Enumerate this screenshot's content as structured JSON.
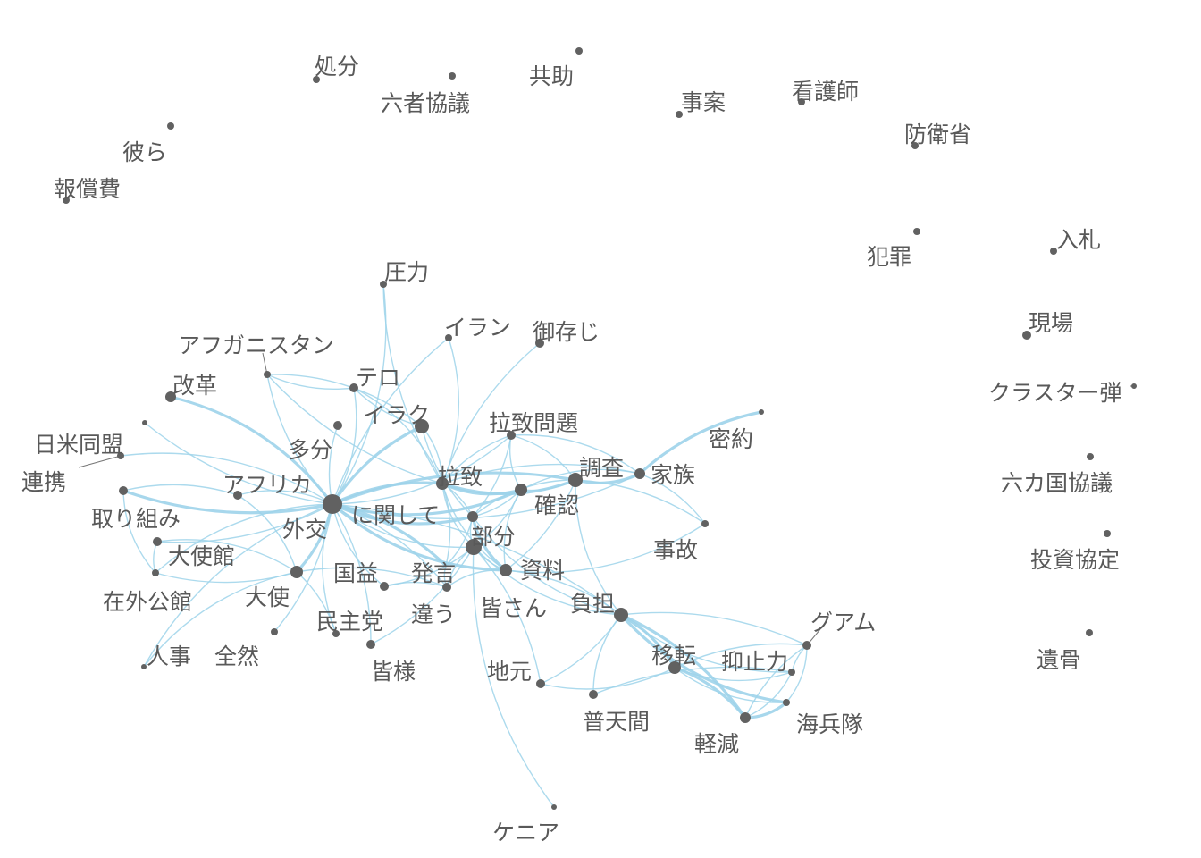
{
  "colors": {
    "edge": "#9dd3ea",
    "node": "#616161",
    "label": "#595959"
  },
  "nodes": [
    {
      "id": "shobun",
      "label": "処分"
    },
    {
      "id": "rokusha",
      "label": "六者協議"
    },
    {
      "id": "kyojo",
      "label": "共助"
    },
    {
      "id": "jian",
      "label": "事案"
    },
    {
      "id": "kangoshi",
      "label": "看護師"
    },
    {
      "id": "boeisho",
      "label": "防衛省"
    },
    {
      "id": "karera",
      "label": "彼ら"
    },
    {
      "id": "hoshohi",
      "label": "報償費"
    },
    {
      "id": "hanzai",
      "label": "犯罪"
    },
    {
      "id": "nyusatsu",
      "label": "入札"
    },
    {
      "id": "genba",
      "label": "現場"
    },
    {
      "id": "cluster",
      "label": "クラスター弾"
    },
    {
      "id": "rokkakoku",
      "label": "六カ国協議"
    },
    {
      "id": "toshi",
      "label": "投資協定"
    },
    {
      "id": "ikotsu",
      "label": "遺骨"
    },
    {
      "id": "atsuryoku",
      "label": "圧力"
    },
    {
      "id": "iran",
      "label": "イラン"
    },
    {
      "id": "gozonji",
      "label": "御存じ"
    },
    {
      "id": "afghan",
      "label": "アフガニスタン"
    },
    {
      "id": "tero",
      "label": "テロ"
    },
    {
      "id": "iraku",
      "label": "イラク"
    },
    {
      "id": "kaikaku",
      "label": "改革"
    },
    {
      "id": "tabun",
      "label": "多分"
    },
    {
      "id": "nichibei",
      "label": "日米同盟"
    },
    {
      "id": "renkei",
      "label": "連携"
    },
    {
      "id": "africa",
      "label": "アフリカ"
    },
    {
      "id": "torikumi",
      "label": "取り組み"
    },
    {
      "id": "gaiko",
      "label": "外交"
    },
    {
      "id": "nikanshite",
      "label": "に関して"
    },
    {
      "id": "rachi",
      "label": "拉致"
    },
    {
      "id": "rachimondai",
      "label": "拉致問題"
    },
    {
      "id": "chosa",
      "label": "調査"
    },
    {
      "id": "kazoku",
      "label": "家族"
    },
    {
      "id": "mitsuyaku",
      "label": "密約"
    },
    {
      "id": "kakunin",
      "label": "確認"
    },
    {
      "id": "bubun",
      "label": "部分"
    },
    {
      "id": "taishikan",
      "label": "大使館"
    },
    {
      "id": "zaigai",
      "label": "在外公館"
    },
    {
      "id": "taishi",
      "label": "大使"
    },
    {
      "id": "kokueki",
      "label": "国益"
    },
    {
      "id": "hatsugen",
      "label": "発言"
    },
    {
      "id": "shiryo",
      "label": "資料"
    },
    {
      "id": "jiko",
      "label": "事故"
    },
    {
      "id": "minshuto",
      "label": "民主党"
    },
    {
      "id": "chigau",
      "label": "違う"
    },
    {
      "id": "minasan",
      "label": "皆さん"
    },
    {
      "id": "futan",
      "label": "負担"
    },
    {
      "id": "jinji",
      "label": "人事"
    },
    {
      "id": "zenzen",
      "label": "全然"
    },
    {
      "id": "minasama",
      "label": "皆様"
    },
    {
      "id": "jimoto",
      "label": "地元"
    },
    {
      "id": "iten",
      "label": "移転"
    },
    {
      "id": "yokushiryoku",
      "label": "抑止力"
    },
    {
      "id": "guam",
      "label": "グアム"
    },
    {
      "id": "futenma",
      "label": "普天間"
    },
    {
      "id": "kaiheitai",
      "label": "海兵隊"
    },
    {
      "id": "keigen",
      "label": "軽減"
    },
    {
      "id": "kenya",
      "label": "ケニア"
    }
  ],
  "edges": [
    [
      "nikanshite",
      "atsuryoku"
    ],
    [
      "nikanshite",
      "iraku"
    ],
    [
      "nikanshite",
      "tero"
    ],
    [
      "nikanshite",
      "afghan"
    ],
    [
      "nikanshite",
      "kaikaku"
    ],
    [
      "nikanshite",
      "nichibei"
    ],
    [
      "nikanshite",
      "renkei"
    ],
    [
      "nikanshite",
      "torikumi"
    ],
    [
      "nikanshite",
      "africa"
    ],
    [
      "nikanshite",
      "taishikan"
    ],
    [
      "nikanshite",
      "zaigai"
    ],
    [
      "nikanshite",
      "taishi"
    ],
    [
      "nikanshite",
      "kokueki"
    ],
    [
      "nikanshite",
      "minasama"
    ],
    [
      "nikanshite",
      "minshuto"
    ],
    [
      "nikanshite",
      "zenzen"
    ],
    [
      "nikanshite",
      "jinji"
    ],
    [
      "nikanshite",
      "rachi"
    ],
    [
      "nikanshite",
      "bubun"
    ],
    [
      "nikanshite",
      "hatsugen"
    ],
    [
      "nikanshite",
      "shiryo"
    ],
    [
      "nikanshite",
      "chigau"
    ],
    [
      "nikanshite",
      "kakunin"
    ],
    [
      "nikanshite",
      "chosa"
    ],
    [
      "nikanshite",
      "rachimondai"
    ],
    [
      "nikanshite",
      "tabun"
    ],
    [
      "nikanshite",
      "minasan"
    ],
    [
      "nikanshite",
      "futan"
    ],
    [
      "nikanshite",
      "kazoku"
    ],
    [
      "nikanshite",
      "iran"
    ],
    [
      "rachi",
      "iraku"
    ],
    [
      "rachi",
      "rachimondai"
    ],
    [
      "rachi",
      "chosa"
    ],
    [
      "rachi",
      "kazoku"
    ],
    [
      "rachi",
      "kakunin"
    ],
    [
      "rachi",
      "bubun"
    ],
    [
      "rachi",
      "shiryo"
    ],
    [
      "rachi",
      "gozonji"
    ],
    [
      "rachi",
      "iran"
    ],
    [
      "rachi",
      "atsuryoku"
    ],
    [
      "rachi",
      "tero"
    ],
    [
      "rachi",
      "afghan"
    ],
    [
      "rachi",
      "minasan"
    ],
    [
      "rachi",
      "hatsugen"
    ],
    [
      "chosa",
      "kazoku"
    ],
    [
      "chosa",
      "kakunin"
    ],
    [
      "chosa",
      "bubun"
    ],
    [
      "chosa",
      "shiryo"
    ],
    [
      "chosa",
      "rachimondai"
    ],
    [
      "chosa",
      "jiko"
    ],
    [
      "chosa",
      "futan"
    ],
    [
      "kazoku",
      "mitsuyaku"
    ],
    [
      "kazoku",
      "kakunin"
    ],
    [
      "kazoku",
      "jiko"
    ],
    [
      "kazoku",
      "rachimondai"
    ],
    [
      "kakunin",
      "bubun"
    ],
    [
      "kakunin",
      "shiryo"
    ],
    [
      "kakunin",
      "minasan"
    ],
    [
      "bubun",
      "shiryo"
    ],
    [
      "bubun",
      "hatsugen"
    ],
    [
      "bubun",
      "minasan"
    ],
    [
      "bubun",
      "iraku"
    ],
    [
      "bubun",
      "futan"
    ],
    [
      "shiryo",
      "minasan"
    ],
    [
      "shiryo",
      "jiko"
    ],
    [
      "shiryo",
      "futan"
    ],
    [
      "minasan",
      "chigau"
    ],
    [
      "minasan",
      "kokueki"
    ],
    [
      "minasan",
      "futan"
    ],
    [
      "minasan",
      "jimoto"
    ],
    [
      "minasan",
      "kenya"
    ],
    [
      "minasan",
      "minasama"
    ],
    [
      "taishi",
      "taishikan"
    ],
    [
      "taishi",
      "zaigai"
    ],
    [
      "taishi",
      "jinji"
    ],
    [
      "taishi",
      "chigau"
    ],
    [
      "taishi",
      "africa"
    ],
    [
      "taishi",
      "minshuto"
    ],
    [
      "taishikan",
      "zaigai"
    ],
    [
      "torikumi",
      "africa"
    ],
    [
      "torikumi",
      "zaigai"
    ],
    [
      "futan",
      "iten"
    ],
    [
      "futan",
      "yokushiryoku"
    ],
    [
      "futan",
      "guam"
    ],
    [
      "futan",
      "kaiheitai"
    ],
    [
      "futan",
      "keigen"
    ],
    [
      "futan",
      "futenma"
    ],
    [
      "futan",
      "jimoto"
    ],
    [
      "iten",
      "yokushiryoku"
    ],
    [
      "iten",
      "guam"
    ],
    [
      "iten",
      "kaiheitai"
    ],
    [
      "iten",
      "keigen"
    ],
    [
      "keigen",
      "kaiheitai"
    ],
    [
      "keigen",
      "guam"
    ],
    [
      "keigen",
      "yokushiryoku"
    ],
    [
      "yokushiryoku",
      "guam"
    ],
    [
      "kaiheitai",
      "guam"
    ],
    [
      "futenma",
      "yokushiryoku"
    ],
    [
      "jimoto",
      "iten"
    ],
    [
      "iraku",
      "tero"
    ],
    [
      "iraku",
      "afghan"
    ],
    [
      "tero",
      "afghan"
    ],
    [
      "hatsugen",
      "chigau"
    ],
    [
      "kokueki",
      "chigau"
    ],
    [
      "rachimondai",
      "kakunin"
    ],
    [
      "rachimondai",
      "bubun"
    ],
    [
      "shiryo",
      "chigau"
    ]
  ]
}
